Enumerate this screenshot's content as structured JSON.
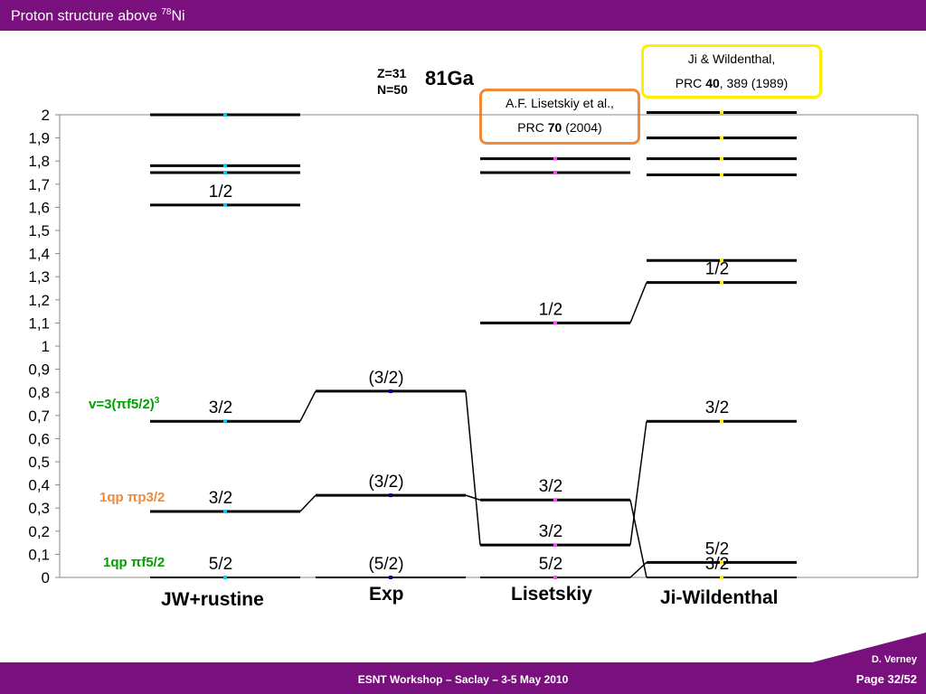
{
  "slide": {
    "title_prefix": "Proton structure above",
    "title_sup": "78",
    "title_suffix": "Ni",
    "footer": "ESNT Workshop –   Saclay –   3-5 May 2010",
    "author": "D. Verney",
    "page": "Page 32/52"
  },
  "nucleus": {
    "z_line": "Z=31",
    "n_line": "N=50",
    "name": "81Ga"
  },
  "references": {
    "lisetskiy": {
      "line1": "A.F. Lisetskiy et al.,",
      "prefix": "PRC ",
      "vol": "70",
      "rest": " (2004)"
    },
    "ji": {
      "line1": "Ji & Wildenthal,",
      "prefix": "PRC ",
      "vol": "40",
      "rest": ", 389 (1989)"
    }
  },
  "side_labels": {
    "v3_prefix": "v=3(",
    "v3_pi": "π",
    "v3_mid": "f5/2)",
    "v3_sup": "3",
    "p32_prefix": "1qp ",
    "p32_pi": "π",
    "p32_rest": "p3/2",
    "f52_prefix": "1qp ",
    "f52_pi": "π",
    "f52_rest": "f5/2"
  },
  "colors": {
    "header": "#7a0f7e",
    "orange_box": "#f08a3b",
    "yellow_box": "#ffee00",
    "green_label": "#00a000",
    "orange_label": "#f08a3b",
    "jw_marker": "#00ccff",
    "exp_marker": "#0000aa",
    "lis_marker": "#ff44ff",
    "ji_marker": "#ffee00"
  },
  "chart_data": {
    "type": "level-scheme",
    "yunit": "MeV",
    "ylim": [
      0,
      2
    ],
    "yticks": [
      "0",
      "0,1",
      "0,2",
      "0,3",
      "0,4",
      "0,5",
      "0,6",
      "0,7",
      "0,8",
      "0,9",
      "1",
      "1,1",
      "1,2",
      "1,3",
      "1,4",
      "1,5",
      "1,6",
      "1,7",
      "1,8",
      "1,9",
      "2"
    ],
    "columns": [
      {
        "name": "JW+rustine",
        "levels": [
          {
            "e": 0.0,
            "label": "5/2"
          },
          {
            "e": 0.285,
            "label": "3/2"
          },
          {
            "e": 0.675,
            "label": "3/2"
          },
          {
            "e": 1.61,
            "label": "1/2"
          },
          {
            "e": 1.75,
            "label": ""
          },
          {
            "e": 1.78,
            "label": ""
          },
          {
            "e": 2.0,
            "label": ""
          }
        ]
      },
      {
        "name": "Exp",
        "levels": [
          {
            "e": 0.0,
            "label": "(5/2)"
          },
          {
            "e": 0.355,
            "label": "(3/2)"
          },
          {
            "e": 0.805,
            "label": "(3/2)"
          }
        ]
      },
      {
        "name": "Lisetskiy",
        "levels": [
          {
            "e": 0.0,
            "label": "5/2"
          },
          {
            "e": 0.14,
            "label": "3/2"
          },
          {
            "e": 0.335,
            "label": "3/2"
          },
          {
            "e": 1.1,
            "label": "1/2"
          },
          {
            "e": 1.75,
            "label": ""
          },
          {
            "e": 1.81,
            "label": ""
          }
        ]
      },
      {
        "name": "Ji-Wildenthal",
        "levels": [
          {
            "e": 0.0,
            "label": "3/2"
          },
          {
            "e": 0.065,
            "label": "5/2"
          },
          {
            "e": 0.675,
            "label": "3/2"
          },
          {
            "e": 1.275,
            "label": "1/2"
          },
          {
            "e": 1.37,
            "label": ""
          },
          {
            "e": 1.74,
            "label": ""
          },
          {
            "e": 1.81,
            "label": ""
          },
          {
            "e": 1.9,
            "label": ""
          },
          {
            "e": 2.01,
            "label": ""
          }
        ]
      }
    ],
    "connectors": [
      {
        "from": [
          0,
          0.675
        ],
        "to": [
          1,
          0.805
        ]
      },
      {
        "from": [
          0,
          0.285
        ],
        "to": [
          1,
          0.355
        ]
      },
      {
        "from": [
          1,
          0.805
        ],
        "to": [
          2,
          0.14
        ]
      },
      {
        "from": [
          1,
          0.355
        ],
        "to": [
          2,
          0.335
        ]
      },
      {
        "from": [
          2,
          1.1
        ],
        "to": [
          3,
          1.275
        ]
      },
      {
        "from": [
          2,
          0.335
        ],
        "to": [
          3,
          0.0
        ]
      },
      {
        "from": [
          2,
          0.14
        ],
        "to": [
          3,
          0.675
        ]
      },
      {
        "from": [
          2,
          0.0
        ],
        "to": [
          3,
          0.065
        ]
      }
    ]
  }
}
